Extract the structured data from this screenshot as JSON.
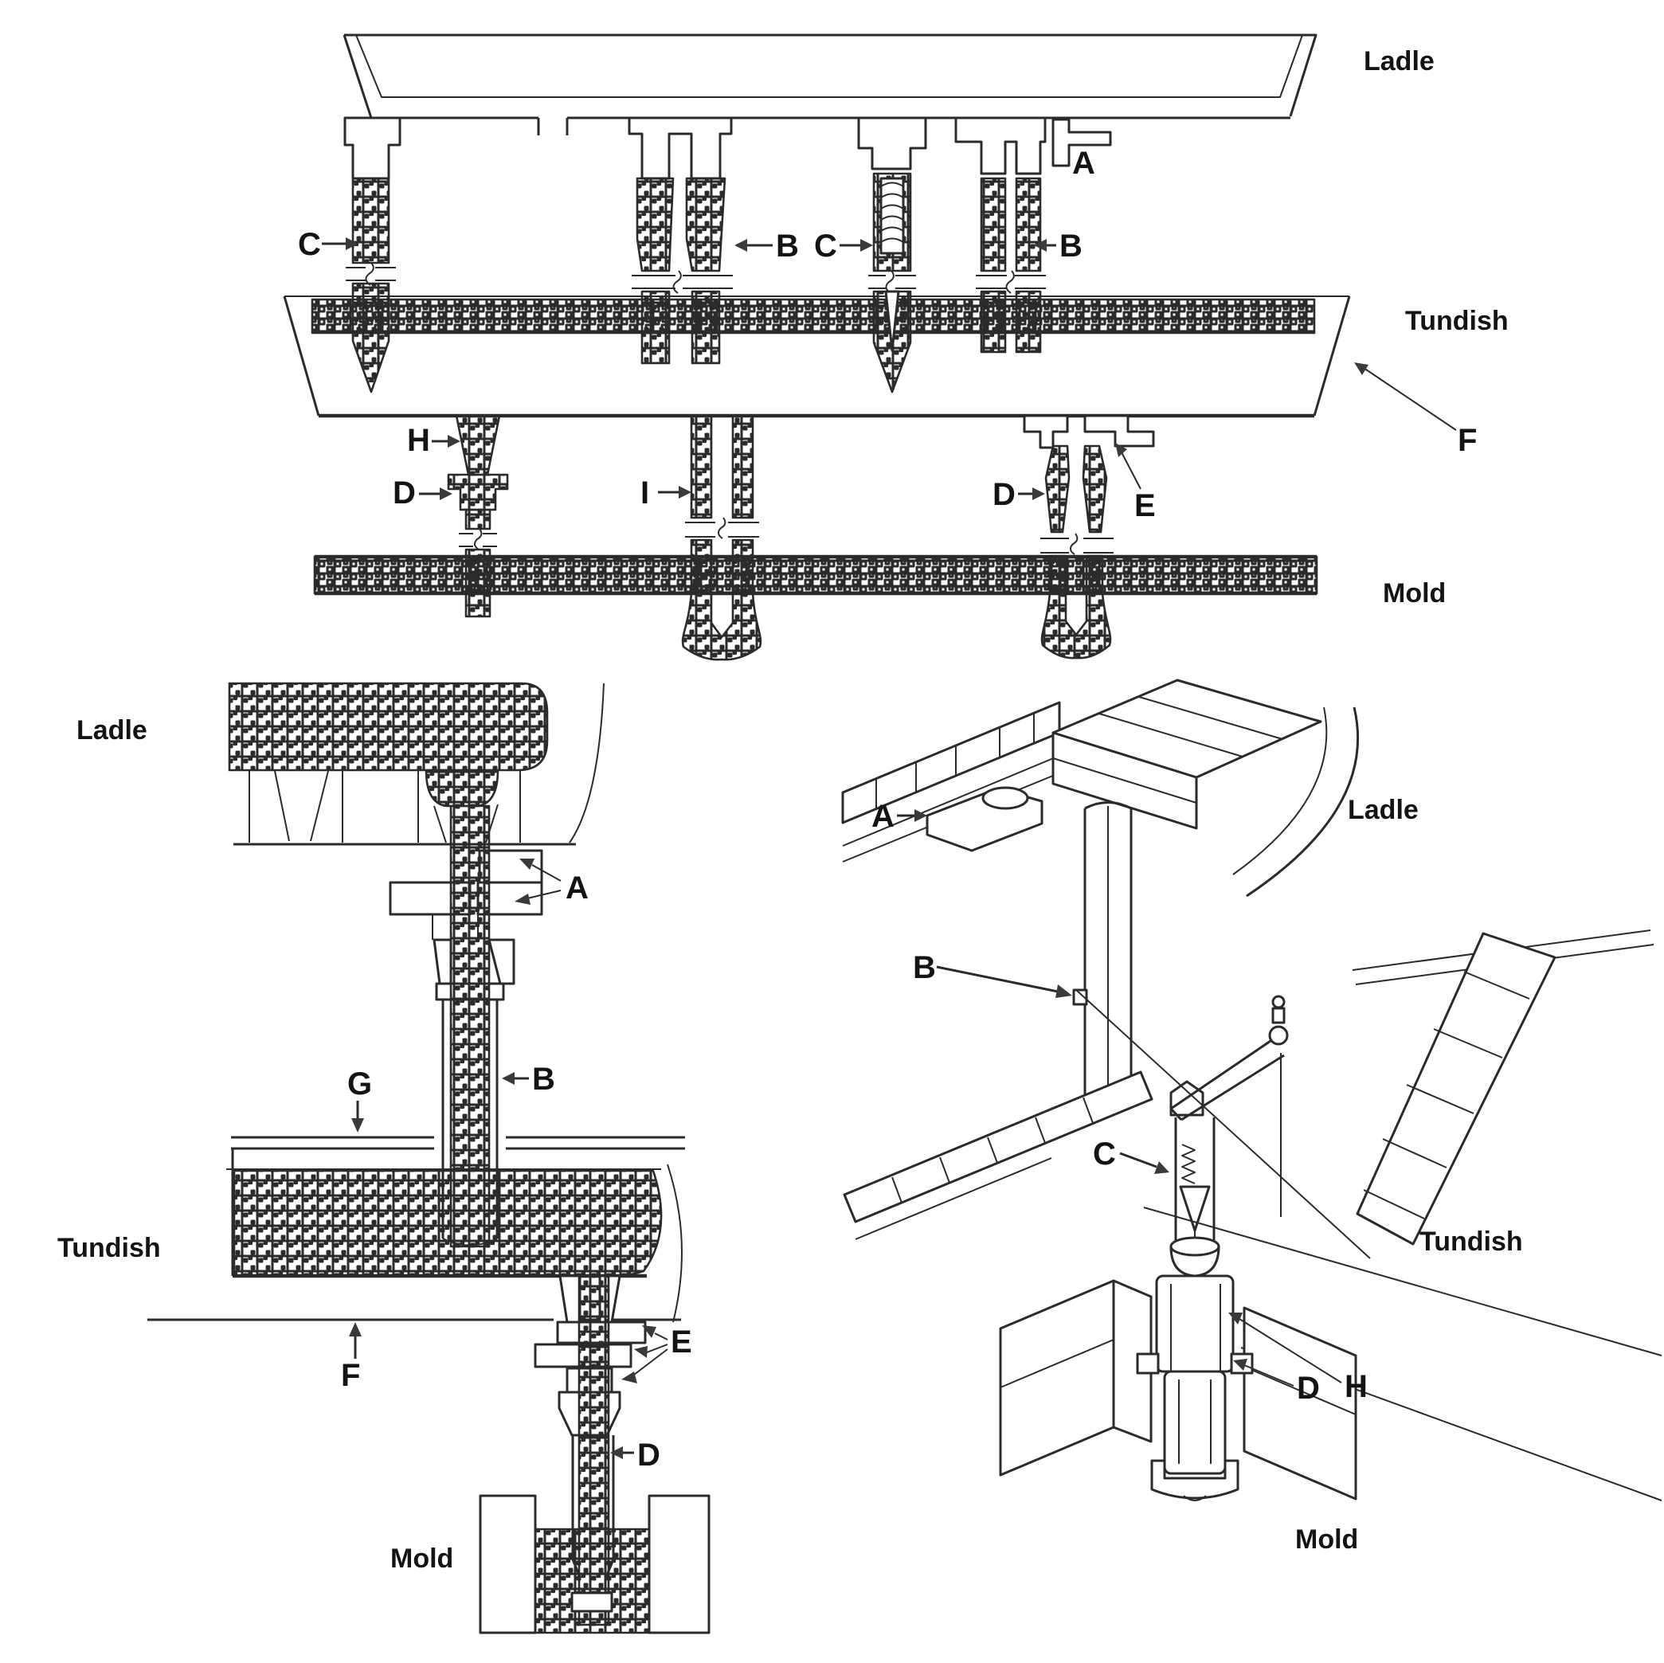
{
  "colors": {
    "line": "#2b2b2b",
    "label": "#141414",
    "background": "#ffffff",
    "arrow": "#3a3a3a"
  },
  "top_panel": {
    "ladle": "Ladle",
    "tundish": "Tundish",
    "mold": "Mold",
    "a": "A",
    "c1": "C",
    "b1": "B",
    "c2": "C",
    "b2": "B",
    "f": "F",
    "h": "H",
    "d1": "D",
    "i": "I",
    "d2": "D",
    "e": "E"
  },
  "bottom_left_panel": {
    "ladle": "Ladle",
    "tundish": "Tundish",
    "mold": "Mold",
    "a": "A",
    "b": "B",
    "g": "G",
    "f": "F",
    "e": "E",
    "d": "D"
  },
  "bottom_right_panel": {
    "ladle": "Ladle",
    "tundish": "Tundish",
    "mold": "Mold",
    "a": "A",
    "b": "B",
    "c": "C",
    "d": "D",
    "h": "H"
  }
}
